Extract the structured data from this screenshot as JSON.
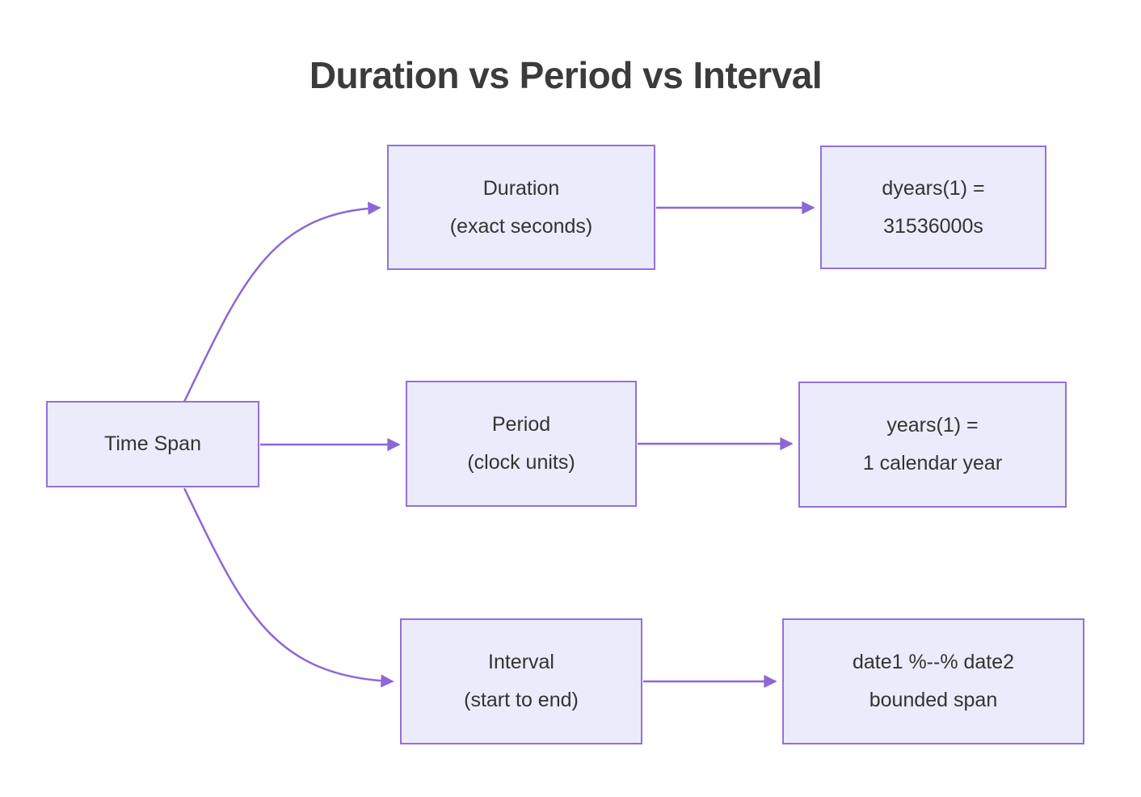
{
  "title": "Duration vs Period vs Interval",
  "colors": {
    "node_fill": "#ECEBFB",
    "node_border": "#9370DB",
    "edge": "#8C67D6",
    "text": "#333333",
    "title": "#3B3B3B",
    "background": "#FFFFFF"
  },
  "diagram": {
    "type": "flowchart-LR",
    "root": {
      "label": "Time Span"
    },
    "rows": [
      {
        "concept": {
          "line1": "Duration",
          "line2": "(exact seconds)"
        },
        "example": {
          "line1": "dyears(1) =",
          "line2": "31536000s"
        }
      },
      {
        "concept": {
          "line1": "Period",
          "line2": "(clock units)"
        },
        "example": {
          "line1": "years(1) =",
          "line2": "1 calendar year"
        }
      },
      {
        "concept": {
          "line1": "Interval",
          "line2": "(start to end)"
        },
        "example": {
          "line1": "date1 %--% date2",
          "line2": "bounded span"
        }
      }
    ],
    "edges": [
      {
        "from": "time-span",
        "to": "duration"
      },
      {
        "from": "time-span",
        "to": "period"
      },
      {
        "from": "time-span",
        "to": "interval"
      },
      {
        "from": "duration",
        "to": "dyears-example"
      },
      {
        "from": "period",
        "to": "years-example"
      },
      {
        "from": "interval",
        "to": "date-interval-example"
      }
    ]
  }
}
